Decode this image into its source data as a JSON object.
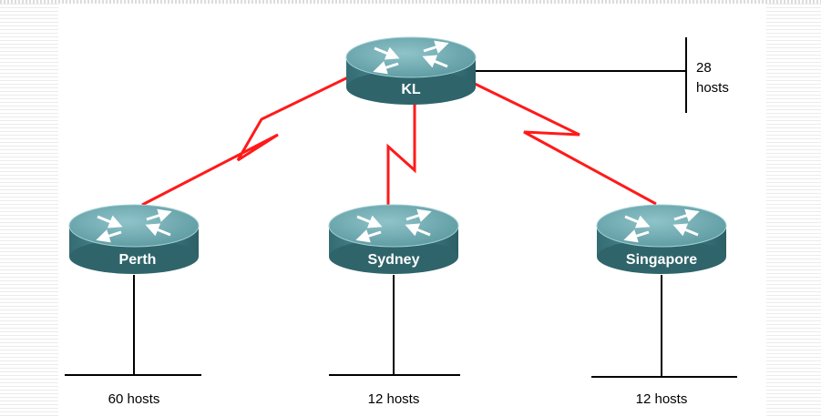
{
  "routers": [
    {
      "id": "kl",
      "label": "KL"
    },
    {
      "id": "perth",
      "label": "Perth"
    },
    {
      "id": "sydney",
      "label": "Sydney"
    },
    {
      "id": "singapore",
      "label": "Singapore"
    }
  ],
  "lans": {
    "kl": {
      "count": "28",
      "unit": "hosts"
    },
    "perth": "60 hosts",
    "sydney": "12 hosts",
    "singapore": "12 hosts"
  },
  "colors": {
    "wan_link": "#ff1a1a",
    "lan_link": "#000000",
    "router_top": "#5f9ea6",
    "router_body": "#3f7f88",
    "router_label": "#ffffff"
  },
  "icons": {
    "router": "router-icon",
    "serial_link": "lightning-bolt-serial-link"
  }
}
